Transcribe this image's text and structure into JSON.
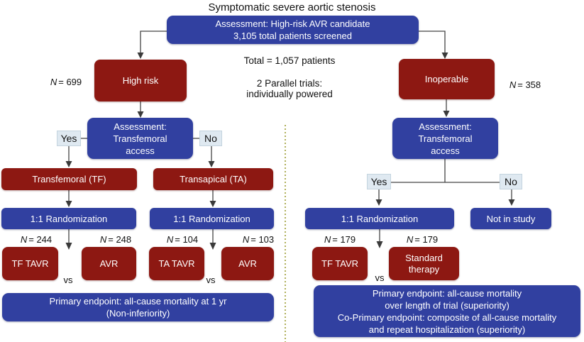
{
  "title": "Symptomatic severe aortic stenosis",
  "colors": {
    "blue": "#3140a0",
    "red": "#8d1812",
    "label_bg": "#dfe9f1",
    "dashed_divider": "#9c9c33",
    "connector": "#444444"
  },
  "top_box": {
    "line1": "Assessment: High-risk AVR candidate",
    "line2": "3,105 total patients screened"
  },
  "center_notes": {
    "total": "Total = 1,057 patients",
    "trials1": "2 Parallel trials:",
    "trials2": "individually powered"
  },
  "branch_labels": {
    "yes": "Yes",
    "no": "No"
  },
  "high_risk_trial": {
    "label": "High risk",
    "n": {
      "sym": "N",
      "val": "= 699"
    },
    "assessment": {
      "line1": "Assessment:",
      "line2": "Transfemoral",
      "line3": "access"
    },
    "tf_box": "Transfemoral (TF)",
    "ta_box": "Transapical (TA)",
    "tf_arm": {
      "rand": "1:1 Randomization",
      "n_left": {
        "sym": "N",
        "val": "= 244"
      },
      "n_right": {
        "sym": "N",
        "val": "= 248"
      },
      "left_box": "TF TAVR",
      "right_box": "AVR",
      "vs": "vs"
    },
    "ta_arm": {
      "rand": "1:1 Randomization",
      "n_left": {
        "sym": "N",
        "val": "= 104"
      },
      "n_right": {
        "sym": "N",
        "val": "= 103"
      },
      "left_box": "TA TAVR",
      "right_box": "AVR",
      "vs": "vs"
    },
    "endpoint": {
      "line1": "Primary endpoint: all-cause mortality at 1 yr",
      "line2": "(Non-inferiority)"
    }
  },
  "inoperable_trial": {
    "label": "Inoperable",
    "n": {
      "sym": "N",
      "val": "= 358"
    },
    "assessment": {
      "line1": "Assessment:",
      "line2": "Transfemoral",
      "line3": "access"
    },
    "arm": {
      "rand": "1:1 Randomization",
      "n_left": {
        "sym": "N",
        "val": "= 179"
      },
      "n_right": {
        "sym": "N",
        "val": "= 179"
      },
      "left_box": "TF TAVR",
      "right_box_line1": "Standard",
      "right_box_line2": "therapy",
      "vs": "vs"
    },
    "not_in_study": "Not in study",
    "endpoint": {
      "line1": "Primary endpoint: all-cause mortality",
      "line2": "over length of trial (superiority)",
      "line3": "Co-Primary endpoint: composite of all-cause mortality",
      "line4": "and repeat hospitalization (superiority)"
    }
  }
}
